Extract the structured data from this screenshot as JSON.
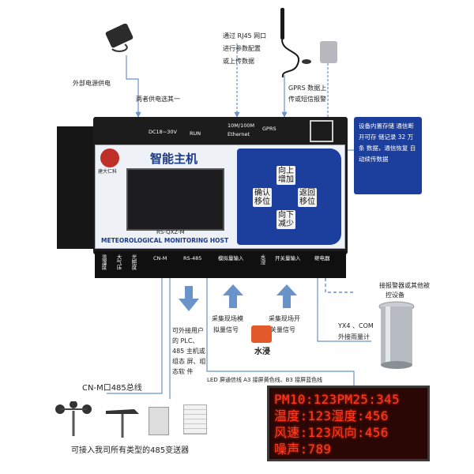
{
  "labels": {
    "power_supply": "外部电源供电",
    "power_choice": "两者供电选其一",
    "rj45_note_1": "通过 RJ45 网口",
    "rj45_note_2": "进行参数配置",
    "rj45_note_3": "或上传数据",
    "gprs_note_1": "GPRS 数据上",
    "gprs_note_2": "传或短信报警",
    "storage_note": "设备内置存储 通信断开可存 储记录 32 万条 数据，通信恢复 自动续传数据",
    "host_title": "智能主机",
    "host_model": "RS-QXZ-M",
    "host_subtitle": "METEOROLOGICAL MONITORING HOST",
    "ethernet": "Ethernet",
    "speed": "10M/100M",
    "gprs": "GPRS",
    "dc": "DC18~30V",
    "run": "RUN",
    "brand": "建大仁科",
    "relay_note_1": "接报警器或其他被",
    "relay_note_2": "控设备",
    "rain_note_1": "YX4 、COM",
    "rain_note_2": "外接雨量计",
    "analog_note_1": "采集现场模",
    "analog_note_2": "拟量信号",
    "switch_note_1": "采集现场开",
    "switch_note_2": "关量信号",
    "water": "水浸",
    "plc_note": "可外接用户 的 PLC、485 主机或组态 屏、组态软 件",
    "led_wiring": "LED 屏通信线 A3 接屏黄色线、B3 接屏蓝色线",
    "cnm_bus": "CN-M口485总线",
    "all_sensors": "可接入我司所有类型的485变送器"
  },
  "keys": {
    "up_1": "向上",
    "up_2": "增加",
    "confirm_1": "确认",
    "confirm_2": "移位",
    "back_1": "返回",
    "back_2": "移位",
    "down_1": "向下",
    "down_2": "减少"
  },
  "port_groups": {
    "temp": "温湿度",
    "pressure": "大气压",
    "light": "光照度",
    "cnm": "CN-M",
    "rs485": "RS-485",
    "analog": "模拟量输入",
    "water": "水浸",
    "switch": "开关量输入",
    "relay": "继电器"
  },
  "led_lines": [
    "PM10:123PM25:345",
    "温度:123湿度:456",
    "风速:123风向:456",
    "噪声:789"
  ],
  "colors": {
    "panel_blue": "#1c3f9e",
    "arrow_blue": "#6a93c9",
    "led_red": "#ff3b1f"
  }
}
